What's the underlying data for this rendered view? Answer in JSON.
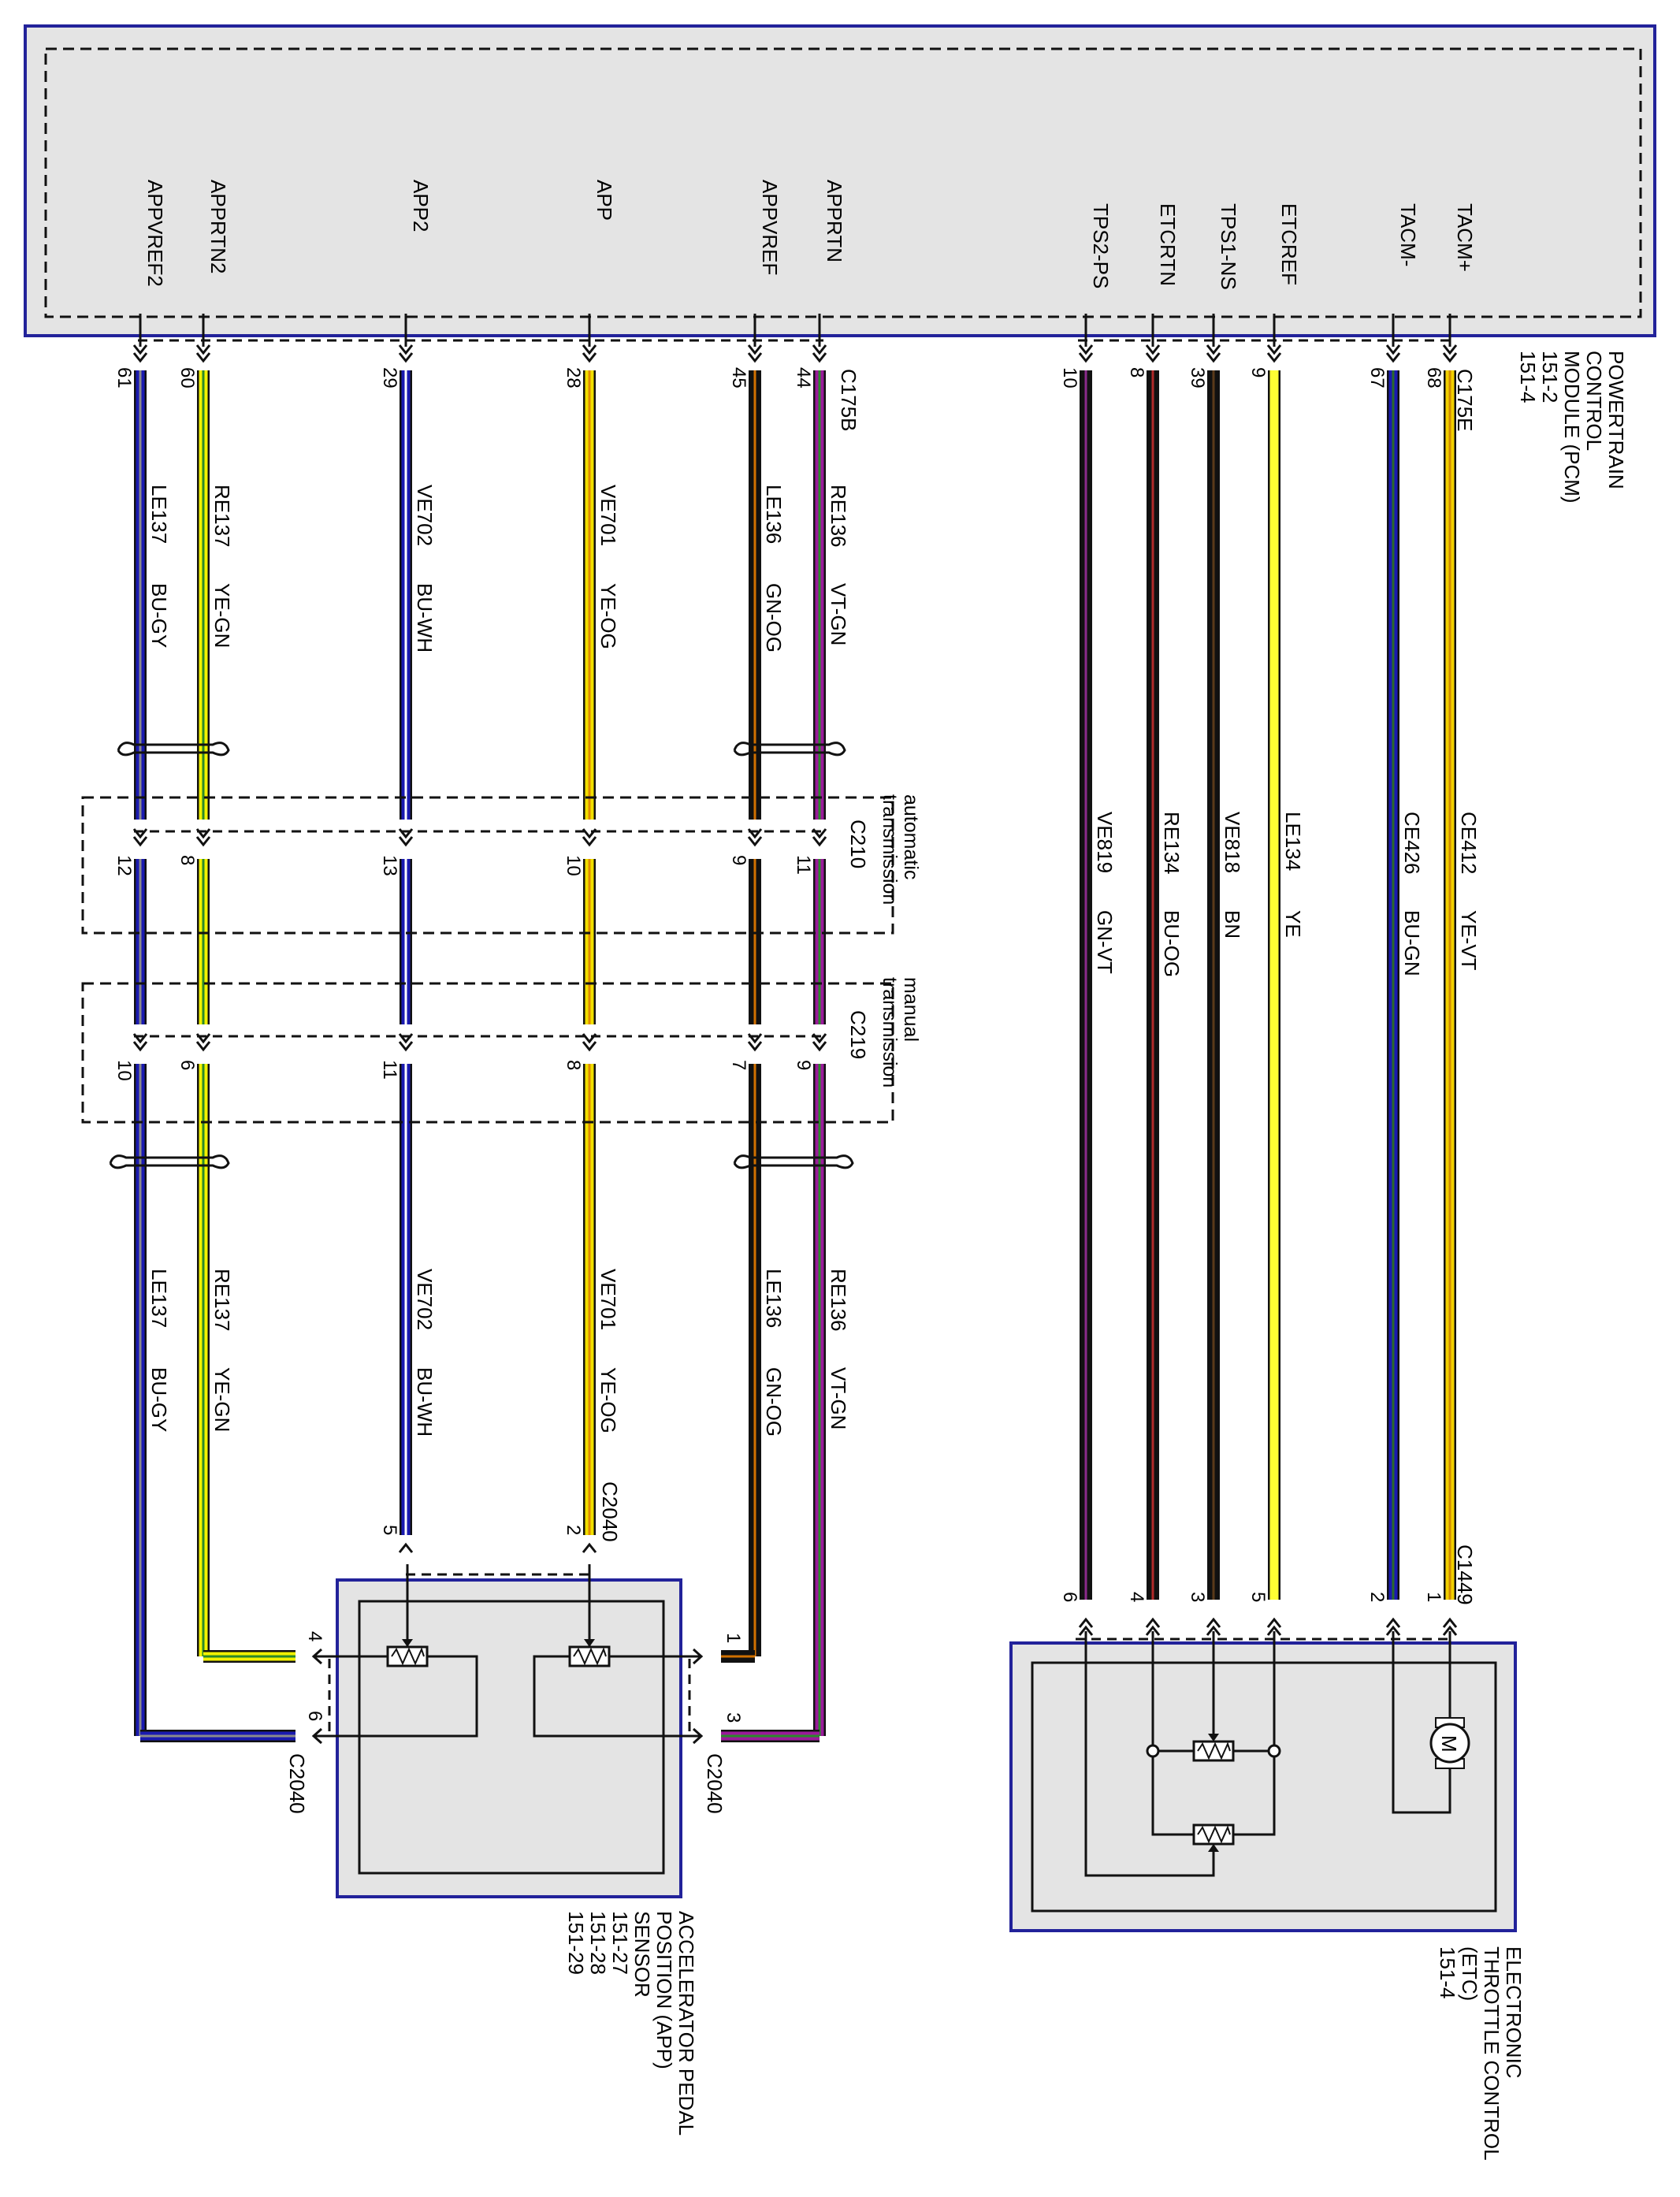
{
  "pcm": {
    "title_lines": [
      "POWERTRAIN",
      "CONTROL",
      "MODULE (PCM)",
      "151-2",
      "151-4"
    ],
    "connector_left": "C175B",
    "connector_right": "C175E",
    "signals": [
      "APPVREF2",
      "APPRTN2",
      "APP2",
      "APP",
      "APPVREF",
      "APPRTN",
      "TPS2-PS",
      "ETCRTN",
      "TPS1-NS",
      "ETCREF",
      "TACM-",
      "TACM+"
    ],
    "pins": [
      "61",
      "60",
      "29",
      "28",
      "45",
      "44",
      "10",
      "8",
      "39",
      "9",
      "67",
      "68"
    ]
  },
  "app_wires": [
    {
      "circuit": "LE137",
      "color_code": "BU-GY",
      "pcm_pin": "61",
      "c210_pin": "12",
      "c219_pin": "10",
      "sensor_pin": "6",
      "color": "#1a1ab0",
      "stripe": "#8a8a8a"
    },
    {
      "circuit": "RE137",
      "color_code": "YE-GN",
      "pcm_pin": "60",
      "c210_pin": "8",
      "c219_pin": "6",
      "sensor_pin": "4",
      "color": "#f2f200",
      "stripe": "#2a8a2a"
    },
    {
      "circuit": "VE702",
      "color_code": "BU-WH",
      "pcm_pin": "29",
      "c210_pin": "13",
      "c219_pin": "11",
      "sensor_pin": "5",
      "color": "#1a1ab0",
      "stripe": "#ffffff"
    },
    {
      "circuit": "VE701",
      "color_code": "YE-OG",
      "pcm_pin": "28",
      "c210_pin": "10",
      "c219_pin": "8",
      "sensor_pin": "2",
      "color": "#f2e000",
      "stripe": "#e08a00"
    },
    {
      "circuit": "LE136",
      "color_code": "GN-OG",
      "pcm_pin": "45",
      "c210_pin": "9",
      "c219_pin": "7",
      "sensor_pin": "1",
      "color": "#111111",
      "stripe": "#d07000"
    },
    {
      "circuit": "RE136",
      "color_code": "VT-GN",
      "pcm_pin": "44",
      "c210_pin": "11",
      "c219_pin": "9",
      "sensor_pin": "3",
      "color": "#9a1a9a",
      "stripe": "#2a8a2a"
    }
  ],
  "etc_wires": [
    {
      "circuit": "VE819",
      "color_code": "GN-VT",
      "pcm_pin": "10",
      "etc_pin": "6",
      "color": "#111111",
      "stripe": "#8a2a8a"
    },
    {
      "circuit": "RE134",
      "color_code": "BU-OG",
      "pcm_pin": "8",
      "etc_pin": "4",
      "color": "#111111",
      "stripe": "#b02a2a"
    },
    {
      "circuit": "VE818",
      "color_code": "BN",
      "pcm_pin": "39",
      "etc_pin": "3",
      "color": "#111111",
      "stripe": "#5a3a1a"
    },
    {
      "circuit": "LE134",
      "color_code": "YE",
      "pcm_pin": "9",
      "etc_pin": "5",
      "color": "#ffff33",
      "stripe": "#ffff33"
    },
    {
      "circuit": "CE426",
      "color_code": "BU-GN",
      "pcm_pin": "67",
      "etc_pin": "2",
      "color": "#1a1ab0",
      "stripe": "#2a6a2a"
    },
    {
      "circuit": "CE412",
      "color_code": "YE-VT",
      "pcm_pin": "68",
      "etc_pin": "1",
      "color": "#f2d000",
      "stripe": "#d08a00"
    }
  ],
  "c210": {
    "id": "C210",
    "label_lines": [
      "automatic",
      "transmission"
    ]
  },
  "c219": {
    "id": "C219",
    "label_lines": [
      "manual",
      "transmission"
    ]
  },
  "app_sensor": {
    "connector": "C2040",
    "title_lines": [
      "ACCELERATOR PEDAL",
      "POSITION (APP)",
      "SENSOR",
      "151-27",
      "151-28",
      "151-29"
    ]
  },
  "etc": {
    "connector": "C1449",
    "motor_symbol": "M",
    "title_lines": [
      "ELECTRONIC",
      "THROTTLE CONTROL",
      "(ETC)",
      "151-4"
    ]
  }
}
